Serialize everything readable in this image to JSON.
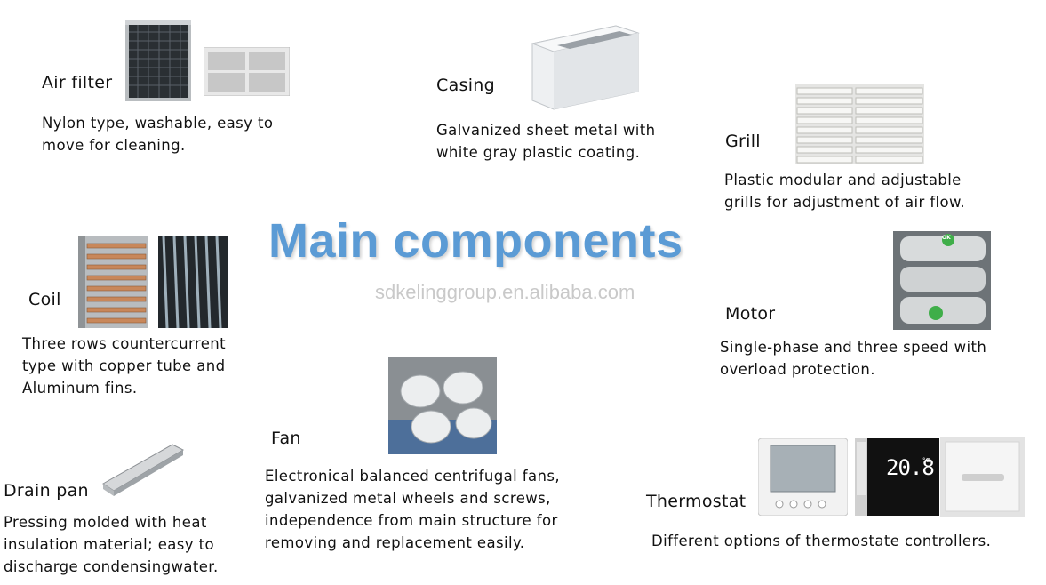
{
  "title": "Main components",
  "watermark": "sdkelinggroup.en.alibaba.com",
  "components": {
    "air_filter": {
      "label": "Air filter",
      "description": "Nylon type, washable, easy to\nmove for cleaning."
    },
    "casing": {
      "label": "Casing",
      "description": "Galvanized sheet metal with\nwhite gray plastic coating."
    },
    "grill": {
      "label": "Grill",
      "description": "Plastic modular and adjustable\ngrills for adjustment of air flow."
    },
    "coil": {
      "label": "Coil",
      "description": "Three rows countercurrent\ntype with copper tube and\nAluminum fins."
    },
    "motor": {
      "label": "Motor",
      "description": "Single-phase and three speed with\noverload protection."
    },
    "fan": {
      "label": "Fan",
      "description": "Electronical balanced centrifugal fans,\ngalvanized metal wheels and screws,\nindependence from main structure for\nremoving and replacement easily."
    },
    "drain_pan": {
      "label": "Drain pan",
      "description": "Pressing molded with heat\ninsulation material; easy to\ndischarge condensingwater."
    },
    "thermostat": {
      "label": "Thermostat",
      "description": "Different options of thermostate controllers."
    }
  },
  "motor_badge": "OK",
  "thermostat_display": "20.8",
  "thermostat_unit": "°C"
}
